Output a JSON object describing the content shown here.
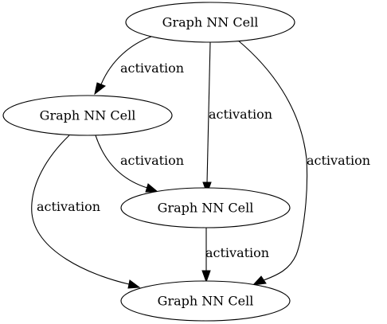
{
  "graph": {
    "nodes": [
      {
        "id": "n1",
        "label": "Graph NN Cell"
      },
      {
        "id": "n2",
        "label": "Graph NN Cell"
      },
      {
        "id": "n3",
        "label": "Graph NN Cell"
      },
      {
        "id": "n4",
        "label": "Graph NN Cell"
      }
    ],
    "edges": [
      {
        "from": "n1",
        "to": "n2",
        "label": "activation"
      },
      {
        "from": "n1",
        "to": "n3",
        "label": "activation"
      },
      {
        "from": "n1",
        "to": "n4",
        "label": "activation"
      },
      {
        "from": "n2",
        "to": "n3",
        "label": "activation"
      },
      {
        "from": "n2",
        "to": "n4",
        "label": "activation"
      },
      {
        "from": "n3",
        "to": "n4",
        "label": "activation"
      }
    ]
  }
}
